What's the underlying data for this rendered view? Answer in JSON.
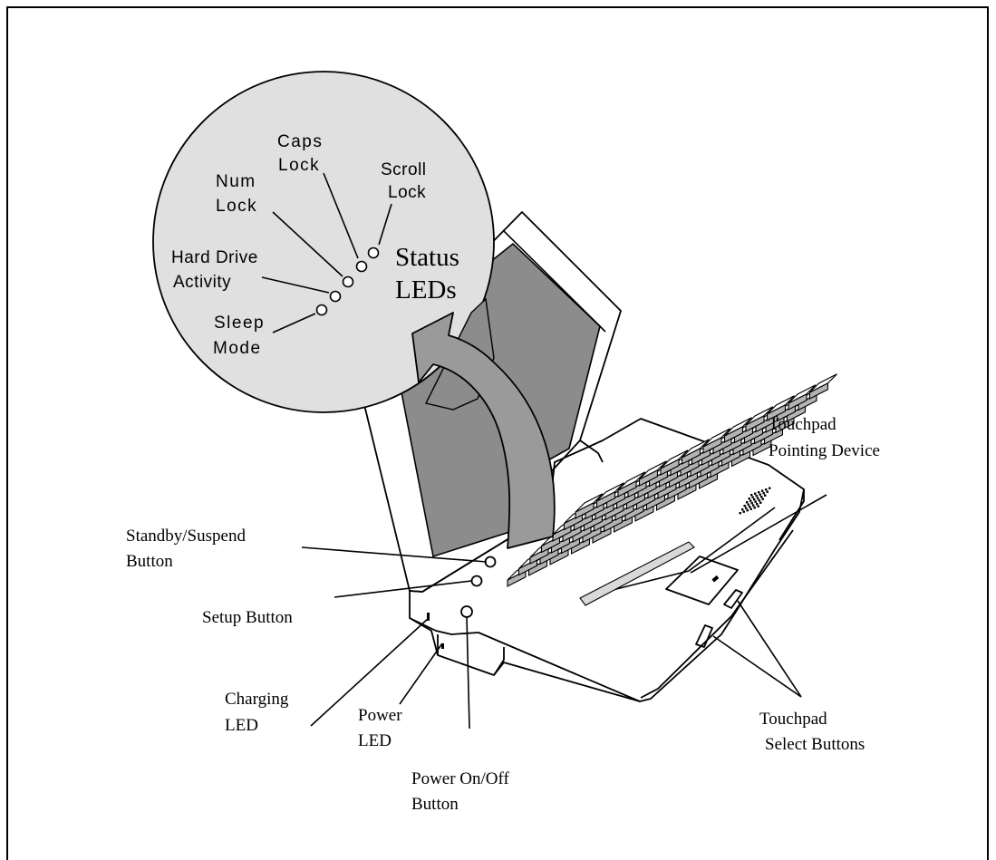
{
  "callout": {
    "status_leds_line1": "Status",
    "status_leds_line2": "LEDs",
    "leds": [
      {
        "line1": "Caps",
        "line2": "Lock"
      },
      {
        "line1": "Scroll",
        "line2": "Lock"
      },
      {
        "line1": "Num",
        "line2": "Lock"
      },
      {
        "line1": "Hard Drive",
        "line2": "Activity"
      },
      {
        "line1": "Sleep",
        "line2": "Mode"
      }
    ]
  },
  "labels": {
    "touchpad_line1": "Touchpad",
    "touchpad_line2": "Pointing Device",
    "standby_line1": "Standby/Suspend",
    "standby_line2": "Button",
    "setup": "Setup Button",
    "charging_line1": "Charging",
    "charging_line2": "LED",
    "power_led_line1": "Power",
    "power_led_line2": "LED",
    "power_button_line1": "Power On/Off",
    "power_button_line2": "Button",
    "select_line1": "Touchpad",
    "select_line2": "Select Buttons"
  },
  "colors": {
    "screen": "#8c8c8c",
    "arrow": "#9a9a9a",
    "callout_circle": "#e0e0e0",
    "key_side": "#b3b3b3",
    "lines": "#000000"
  }
}
